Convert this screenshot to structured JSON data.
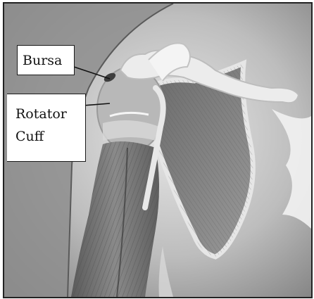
{
  "labels": {
    "bursa": "Bursa",
    "rotator_cuff_line1": "Rotator",
    "rotator_cuff_line2": "Cuff"
  },
  "colors": {
    "background": "#9a9a9a",
    "bone": "#e6e6e6",
    "muscle": "#6f6f6f",
    "scapula": "#7a7a7a",
    "outline": "#222222"
  },
  "icons": [
    "shoulder-anatomy-illustration"
  ]
}
